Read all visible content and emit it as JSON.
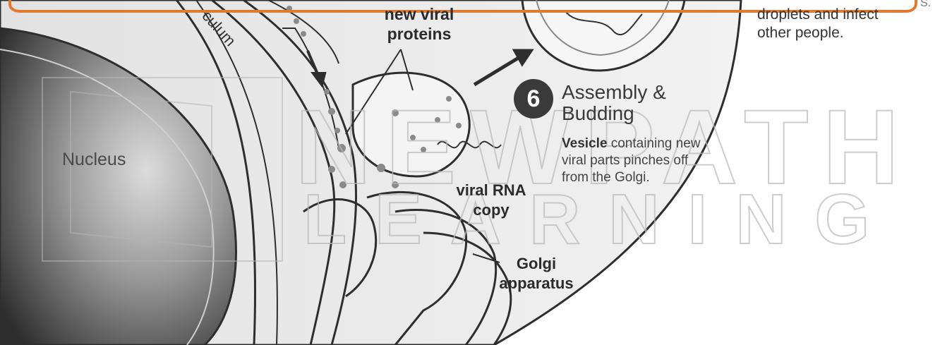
{
  "labels": {
    "nucleus": "Nucleus",
    "endoplasmic_reticulum_fragment": "culum",
    "new_viral_proteins_line1": "new viral",
    "new_viral_proteins_line2": "proteins",
    "viral_rna_line1": "viral RNA",
    "viral_rna_line2": "copy",
    "golgi_line1": "Golgi",
    "golgi_line2": "apparatus"
  },
  "step": {
    "number": "6",
    "title_line1": "Assembly &",
    "title_line2": "Budding",
    "desc_bold": "Vesicle",
    "desc_rest": " containing new viral parts pinches off from the Golgi."
  },
  "side_note": {
    "line1": "droplets and infect",
    "line2": "other people."
  },
  "corner_fragment": "S.",
  "watermark": {
    "line1": "NEWPATH",
    "line2": "LEARNING"
  },
  "colors": {
    "cell_fill": "#eeeeee",
    "nucleus_dark": "#3c3c3c",
    "nucleus_light": "#d8d8d8",
    "outline": "#2e2e2e",
    "accent_orange": "#e07a30",
    "watermark": "#bfbfbf"
  }
}
